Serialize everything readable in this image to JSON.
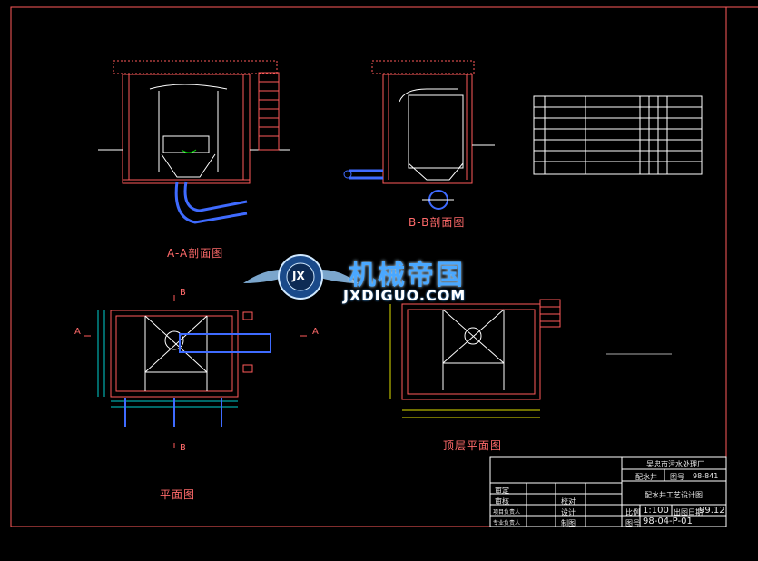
{
  "drawing": {
    "section_aa": "A-A剖面图",
    "section_bb": "B-B剖面图",
    "plan": "平面图",
    "roof_plan": "顶层平面图",
    "marker_a": "A",
    "marker_b": "B"
  },
  "watermark": {
    "title": "机械帝国",
    "url": "JXDIGUO.COM",
    "emblem_text": "JX"
  },
  "title_block": {
    "org": "吴忠市污水处理厂",
    "project_label": "图号",
    "project_no": "98-841",
    "sub_label": "配水井",
    "drawing_name": "配水井工艺设计图",
    "scale_label": "比例",
    "scale": "1:100",
    "date_label": "出图日期",
    "date": "99.12",
    "number_label": "图号",
    "number": "98-04-P-01",
    "roles": [
      "审定",
      "审核",
      "项目负责人",
      "专业负责人"
    ],
    "roles_right": [
      "校对",
      "设计",
      "制图"
    ]
  },
  "colors": {
    "frame": "#ff5a5a",
    "line": "#ffffff",
    "pipe": "#3f6bff",
    "dim": "#00d0d0",
    "dim2": "#e0e000",
    "accent": "#ff5a5a"
  }
}
